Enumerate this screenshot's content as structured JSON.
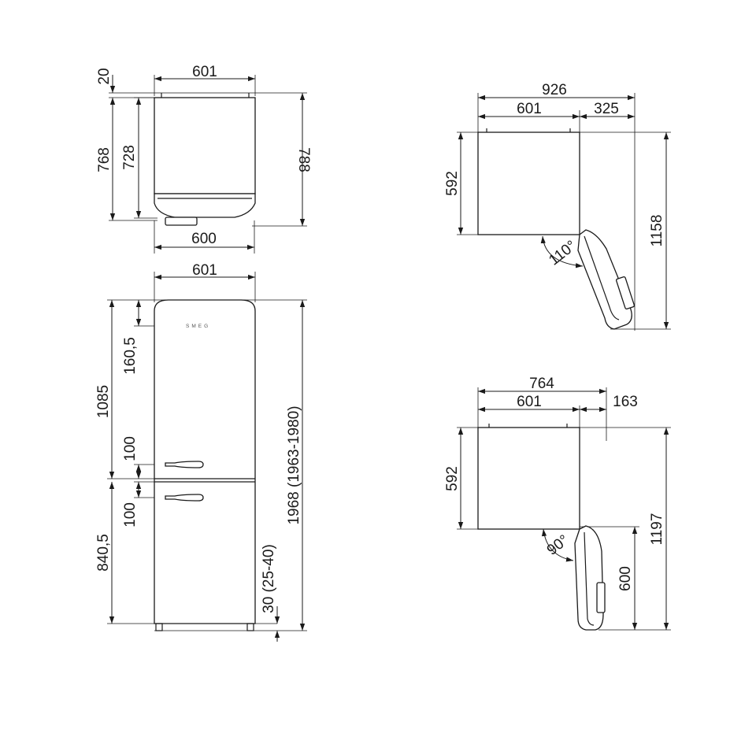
{
  "top_view": {
    "width_top": "601",
    "top_offset": "20",
    "depth_total": "768",
    "depth_inner": "728",
    "depth_outer": "788",
    "width_bottom": "600"
  },
  "front_view": {
    "width_top": "601",
    "logo_text": "SMEG",
    "upper_door_height": "1085",
    "logo_offset": "160,5",
    "handle_offset_upper": "100",
    "handle_offset_lower": "100",
    "lower_door_height": "840,5",
    "feet_height": "30 (25-40)",
    "total_height": "1968 (1963-1980)"
  },
  "side_view_110": {
    "total_depth": "926",
    "body_depth": "601",
    "door_extension": "325",
    "body_depth_side": "592",
    "door_angle": "110°",
    "total_height": "1158"
  },
  "side_view_90": {
    "total_depth": "764",
    "body_depth": "601",
    "door_extension": "163",
    "body_depth_side": "592",
    "door_angle": "90°",
    "door_height": "600",
    "total_height": "1197"
  }
}
